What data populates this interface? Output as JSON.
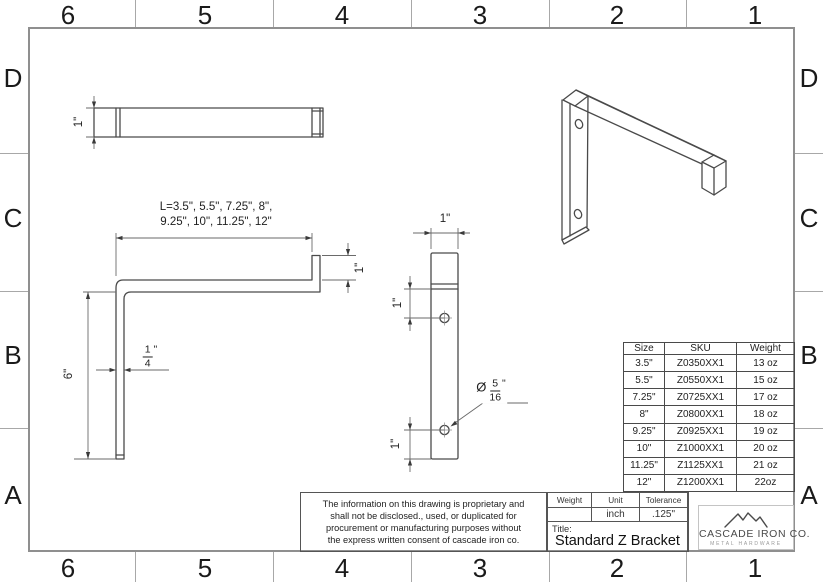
{
  "sheet": {
    "zone_columns": [
      "6",
      "5",
      "4",
      "3",
      "2",
      "1"
    ],
    "zone_rows": [
      "D",
      "C",
      "B",
      "A"
    ]
  },
  "views": {
    "top_view": {
      "width_dim": "1\""
    },
    "front_view": {
      "length_dim_line1": "L=3.5\", 5.5\", 7.25\", 8\",",
      "length_dim_line2": "9.25\", 10\", 11.25\", 12\"",
      "lip_dim": "1\"",
      "leg_dim": "6\"",
      "thickness_num": "1",
      "thickness_den": "4",
      "thickness_suffix": "\""
    },
    "side_view": {
      "width_dim": "1\"",
      "upper_hole_dim": "1\"",
      "lower_hole_dim": "1\"",
      "hole_symbol": "Ø",
      "hole_num": "5",
      "hole_den": "16",
      "hole_suffix": "\""
    }
  },
  "size_table": {
    "headers": [
      "Size",
      "SKU",
      "Weight"
    ],
    "rows": [
      [
        "3.5\"",
        "Z0350XX1",
        "13 oz"
      ],
      [
        "5.5\"",
        "Z0550XX1",
        "15 oz"
      ],
      [
        "7.25\"",
        "Z0725XX1",
        "17 oz"
      ],
      [
        "8\"",
        "Z0800XX1",
        "18 oz"
      ],
      [
        "9.25\"",
        "Z0925XX1",
        "19 oz"
      ],
      [
        "10\"",
        "Z1000XX1",
        "20 oz"
      ],
      [
        "11.25\"",
        "Z1125XX1",
        "21 oz"
      ],
      [
        "12\"",
        "Z1200XX1",
        "22oz"
      ]
    ]
  },
  "title_block": {
    "proprietary_lines": [
      "The information on this drawing is proprietary and",
      "shall not be disclosed., used, or duplicated for",
      "procurement or manufacturing purposes without",
      "the express written consent of cascade iron co."
    ],
    "weight_label": "Weight",
    "unit_label": "Unit",
    "tolerance_label": "Tolerance",
    "weight_value": "",
    "unit_value": "inch",
    "tolerance_value": ".125\"",
    "title_label": "Title:",
    "title_value": "Standard Z Bracket"
  },
  "logo": {
    "company": "CASCADE IRON CO.",
    "tagline": "METAL HARDWARE"
  },
  "colors": {
    "part_line": "#4a4a4a",
    "dimension_line": "#6a6a6a",
    "frame": "#8f8f8f",
    "text": "#1f1f1f"
  }
}
